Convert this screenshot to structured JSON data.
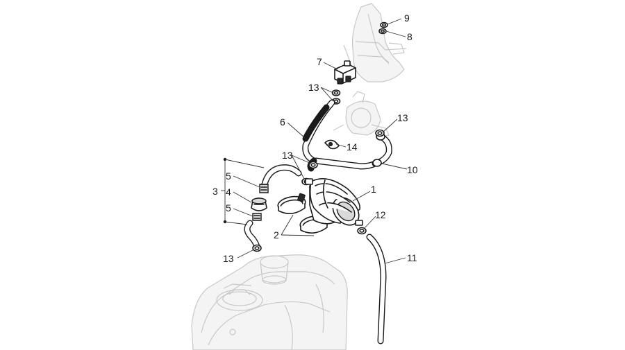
{
  "callouts": {
    "c1": "1",
    "c2": "2",
    "c3": "3",
    "c4": "4",
    "c5a": "5",
    "c5b": "5",
    "c6": "6",
    "c7": "7",
    "c8": "8",
    "c9": "9",
    "c10": "10",
    "c11": "11",
    "c12": "12",
    "c13a": "13",
    "c13b": "13",
    "c13c": "13",
    "c13d": "13",
    "c14": "14"
  }
}
